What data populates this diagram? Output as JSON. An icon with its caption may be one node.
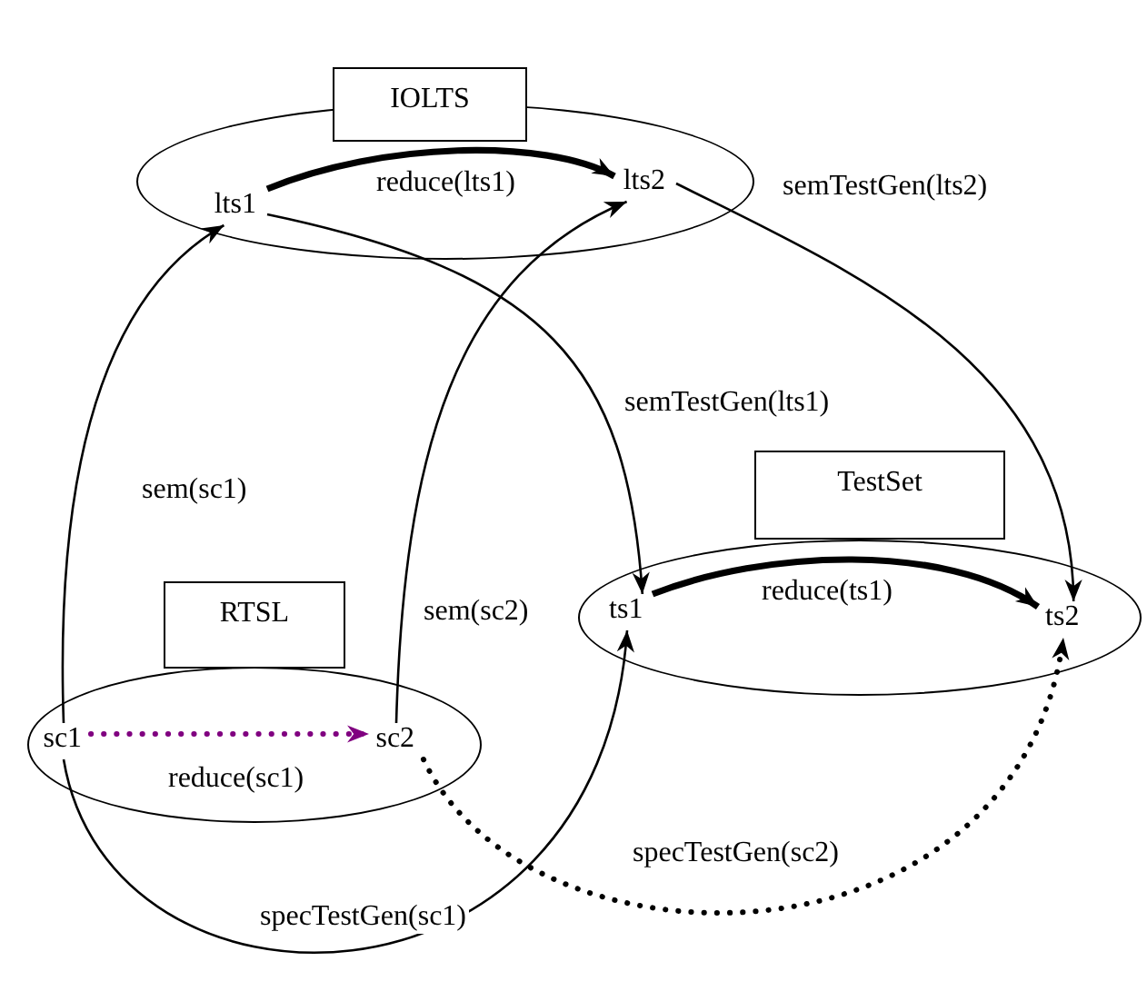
{
  "diagram": {
    "nodes": [
      {
        "text": [
          "IOLTS"
        ]
      },
      {
        "text": [],
        "shape": "ellipse"
      },
      {
        "text": [
          "lts1"
        ],
        "in": 1
      },
      {
        "text": [
          "lts2"
        ],
        "in": 1
      },
      {
        "text": [
          "TestSet"
        ]
      },
      {
        "text": [],
        "shape": "ellipse"
      },
      {
        "text": [
          "ts1"
        ],
        "in": 5
      },
      {
        "text": [
          "ts2"
        ],
        "in": 5
      },
      {
        "text": [
          "RTSL"
        ]
      },
      {
        "text": [],
        "shape": "ellipse"
      },
      {
        "text": [
          "sc1"
        ],
        "in": 9
      },
      {
        "text": [
          "sc2"
        ],
        "in": 9
      }
    ],
    "edges": [
      {
        "from": 2,
        "to": 3,
        "arrow": "to",
        "label": "reduce(lts1)",
        "style": "thick"
      },
      {
        "from": 6,
        "to": 7,
        "arrow": "to",
        "label": "reduce(ts1)",
        "style": "thick"
      },
      {
        "from": 10,
        "to": 11,
        "arrow": "to",
        "label": "reduce(sc1)",
        "style": "dashed",
        "color": "#800080"
      },
      {
        "from": 10,
        "to": 2,
        "arrow": "to",
        "label": "sem(sc1)"
      },
      {
        "from": 11,
        "to": 3,
        "arrow": "to",
        "label": "sem(sc2)"
      },
      {
        "from": 2,
        "to": 6,
        "arrow": "to",
        "label": "semTestGen(lts1)"
      },
      {
        "from": 3,
        "to": 7,
        "arrow": "to",
        "label": "semTestGen(lts2)"
      },
      {
        "from": 10,
        "to": 6,
        "arrow": "to",
        "label": "specTestGen(sc1)"
      },
      {
        "from": 11,
        "to": 7,
        "arrow": "to",
        "label": "specTestGen(sc2)",
        "style": "dashed"
      }
    ]
  }
}
